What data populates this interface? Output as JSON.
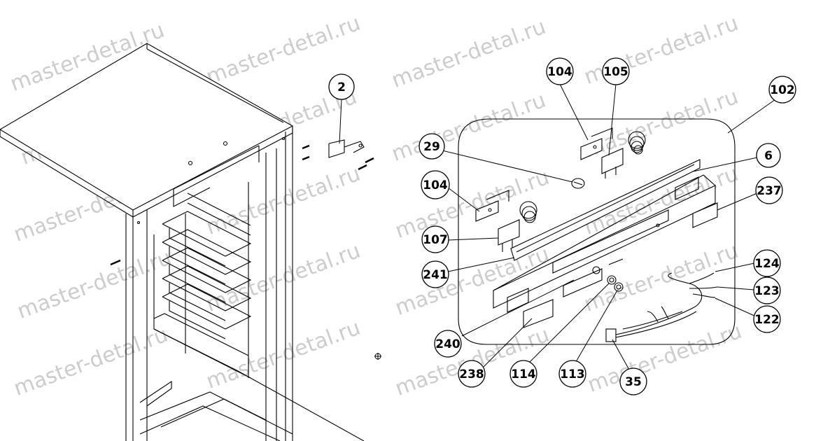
{
  "watermark": "master-detal.ru",
  "callouts": [
    {
      "id": "c2",
      "label": "2"
    },
    {
      "id": "c104a",
      "label": "104"
    },
    {
      "id": "c105",
      "label": "105"
    },
    {
      "id": "c102",
      "label": "102"
    },
    {
      "id": "c29",
      "label": "29"
    },
    {
      "id": "c6",
      "label": "6"
    },
    {
      "id": "c104b",
      "label": "104"
    },
    {
      "id": "c237",
      "label": "237"
    },
    {
      "id": "c107",
      "label": "107"
    },
    {
      "id": "c241",
      "label": "241"
    },
    {
      "id": "c124",
      "label": "124"
    },
    {
      "id": "c123",
      "label": "123"
    },
    {
      "id": "c122",
      "label": "122"
    },
    {
      "id": "c240",
      "label": "240"
    },
    {
      "id": "c238",
      "label": "238"
    },
    {
      "id": "c114",
      "label": "114"
    },
    {
      "id": "c113",
      "label": "113"
    },
    {
      "id": "c35",
      "label": "35"
    }
  ]
}
